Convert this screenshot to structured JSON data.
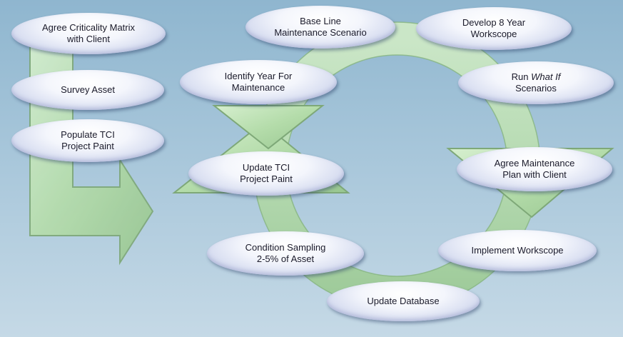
{
  "steps": {
    "agree_matrix": [
      "Agree Criticality Matrix",
      "with Client"
    ],
    "survey_asset": [
      "Survey Asset"
    ],
    "populate_tci": [
      "Populate TCI",
      "Project Paint"
    ],
    "base_line": [
      "Base Line",
      "Maintenance Scenario"
    ],
    "develop_workscope": [
      "Develop 8 Year",
      "Workscope"
    ],
    "identify_year": [
      "Identify Year For",
      "Maintenance"
    ],
    "run_what_if": {
      "prefix": "Run ",
      "emphasis": "What If",
      "line2": "Scenarios"
    },
    "update_tci": [
      "Update TCI",
      "Project Paint"
    ],
    "agree_plan": [
      "Agree Maintenance",
      "Plan with Client"
    ],
    "condition_sampling": [
      "Condition Sampling",
      "2-5% of Asset"
    ],
    "implement_workscope": [
      "Implement Workscope"
    ],
    "update_database": [
      "Update Database"
    ]
  },
  "colors": {
    "background": "#a7c6da",
    "arrow_fill": "#b4dcaa",
    "arrow_edge": "#7ea878",
    "bubble": "#e8ecf8",
    "text": "#1a1a2a"
  }
}
